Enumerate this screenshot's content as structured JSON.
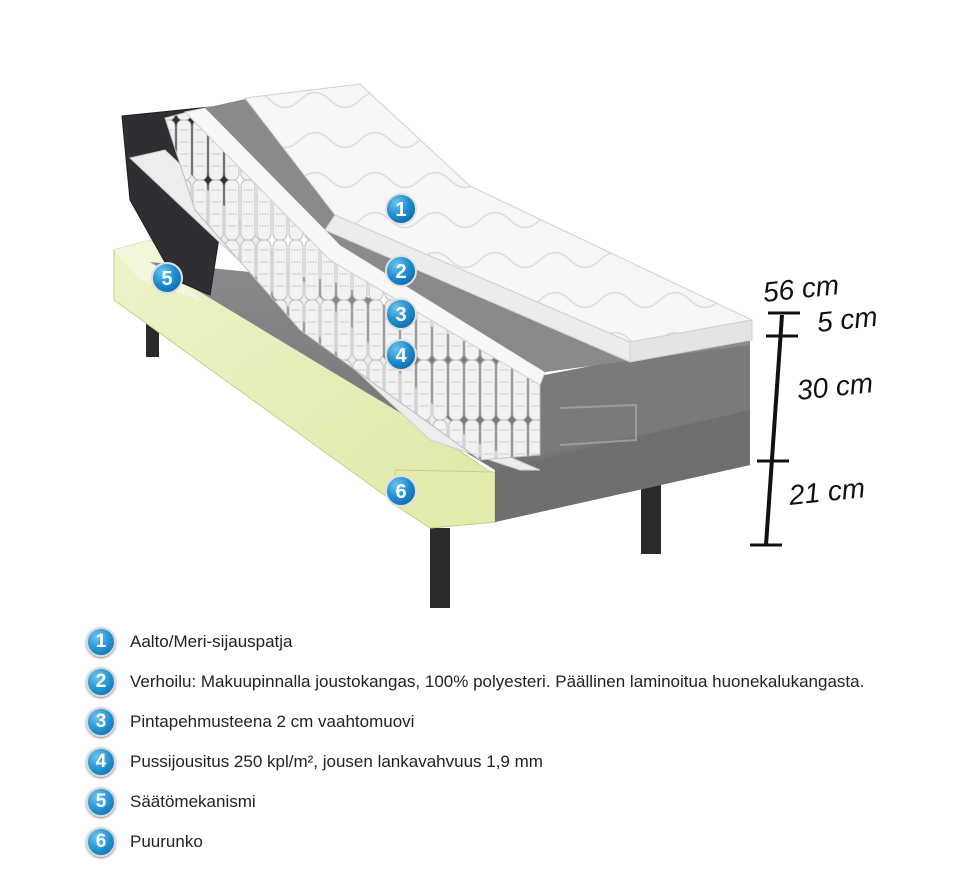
{
  "dimensions": {
    "total": "56 cm",
    "mattress": "5 cm",
    "base": "30 cm",
    "legs": "21 cm"
  },
  "badges": [
    "1",
    "2",
    "3",
    "4",
    "5",
    "6"
  ],
  "legend": [
    {
      "number": "1",
      "text": "Aalto/Meri-sijauspatja"
    },
    {
      "number": "2",
      "text": "Verhoilu: Makuupinnalla joustokangas, 100% polyesteri. Päällinen laminoitua huonekalukangasta."
    },
    {
      "number": "3",
      "text": "Pintapehmusteena 2 cm vaahtomuovi"
    },
    {
      "number": "4",
      "text": "Pussijousitus 250 kpl/m², jousen lankavahvuus 1,9 mm"
    },
    {
      "number": "5",
      "text": "Säätömekanismi"
    },
    {
      "number": "6",
      "text": "Puurunko"
    }
  ],
  "colors": {
    "badge": "#1f8fd0",
    "upholstery": "#7d7d80",
    "frame_wood": "#e6edb6",
    "mattress": "#f4f4f4"
  }
}
